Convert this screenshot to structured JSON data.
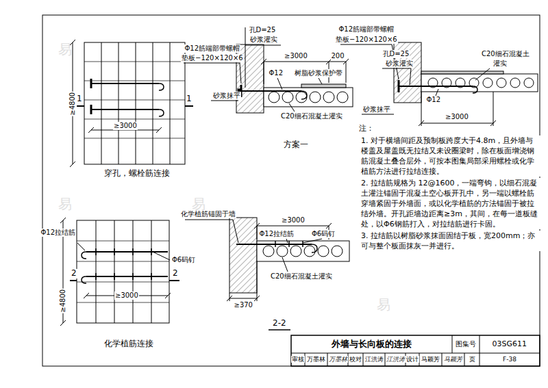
{
  "diagram": {
    "title": "外墙与长向板的连接",
    "labels": [
      "1",
      "1",
      "≥4800",
      "≥3000",
      "穿孔，螺栓筋连接",
      "孔D=25",
      "砂浆灌实",
      "Φ12筋端部带螺帽",
      "垫板−120×120×6",
      "≥3000",
      "200",
      "Φ12",
      "树脂砂浆保护带",
      "砂浆抹平",
      "C20细石混凝土灌实",
      "方案一",
      "Φ12筋端部带螺帽",
      "垫板−120×120×6",
      "孔D=25",
      "砂浆灌实",
      "C20细石混凝土",
      "灌实",
      "Φ12",
      "砂浆抹平",
      "≥3000",
      "注：",
      "1. 对于横墙间距及预制板跨度大于4.8m，且外墙与楼盖及屋盖既无拉结又未设圈梁时，除在板面增浇钢筋混凝土叠合层外，可按本图集局部采用螺栓或化学植筋方法进行拉结连接。",
      "2. 拉结筋规格为 12@1600，一端弯钩，以细石混凝土灌注锚固于混凝土空心板开孔中，另一端以螺栓筋穿墙紧固于外墙面，或以化学植筋的方法锚固于被拉结外墙。开孔距墙边距离≥3m，其间，在每一道板缝处，以Φ6钢筋打入，对拉结筋进行卡固。",
      "3. 拉结筋以树脂砂浆抹面固结于板，宽200mm；亦可与整个板面抹灰一并进行。",
      "Φ12拉结筋",
      "≥4800",
      "2",
      "2",
      "Φ6码钉",
      "≥3000",
      "化学植筋连接",
      "化学植筋锚固于墙",
      "≥3000",
      "Φ12拉结筋",
      "Φ6码钉",
      "C20细石混凝土灌实",
      "≥370",
      "2-2",
      "图集号",
      "03SG611",
      "审核",
      "万墨林",
      "万墨林",
      "校对",
      "江洪涛",
      "江洪涛",
      "设计",
      "马颖芳",
      "马颖芳",
      "页",
      "F-38",
      "易",
      "易",
      "易",
      "易"
    ]
  }
}
